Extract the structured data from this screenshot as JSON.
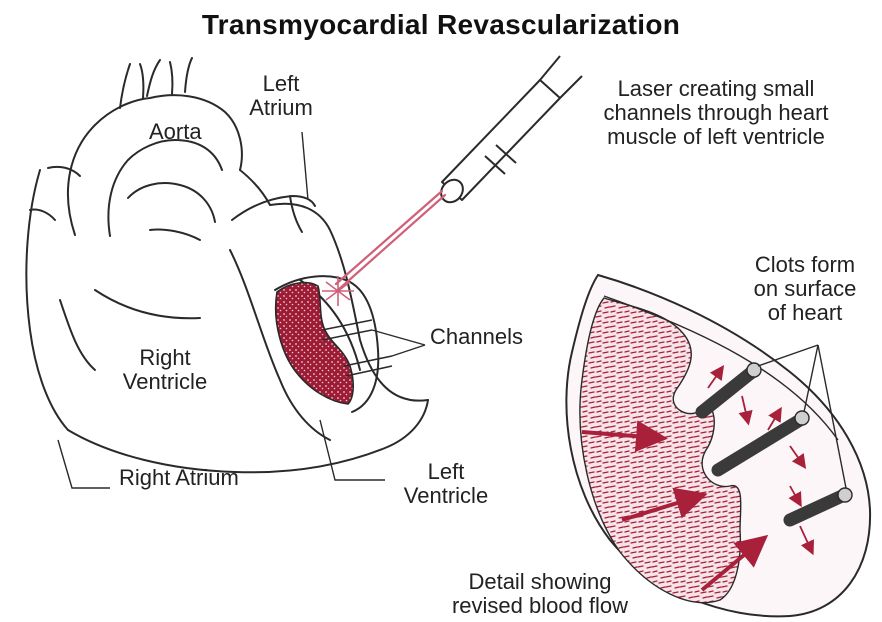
{
  "title": "Transmyocardial Revascularization",
  "labels": {
    "aorta": "Aorta",
    "left_atrium": [
      "Left",
      "Atrium"
    ],
    "laser": [
      "Laser creating small",
      "channels through heart",
      "muscle of left ventricle"
    ],
    "channels": "Channels",
    "right_ventricle": [
      "Right",
      "Ventricle"
    ],
    "right_atrium": "Right Atrium",
    "left_ventricle": [
      "Left",
      "Ventricle"
    ],
    "clots": [
      "Clots form",
      "on surface",
      "of heart"
    ],
    "detail": [
      "Detail showing",
      "revised blood flow"
    ]
  },
  "colors": {
    "outline": "#2a2a2a",
    "muscle": "#a8203a",
    "muscle_light": "#e9b4bf",
    "laser": "#d0607a",
    "channel_tube": "#3a3a3a"
  }
}
